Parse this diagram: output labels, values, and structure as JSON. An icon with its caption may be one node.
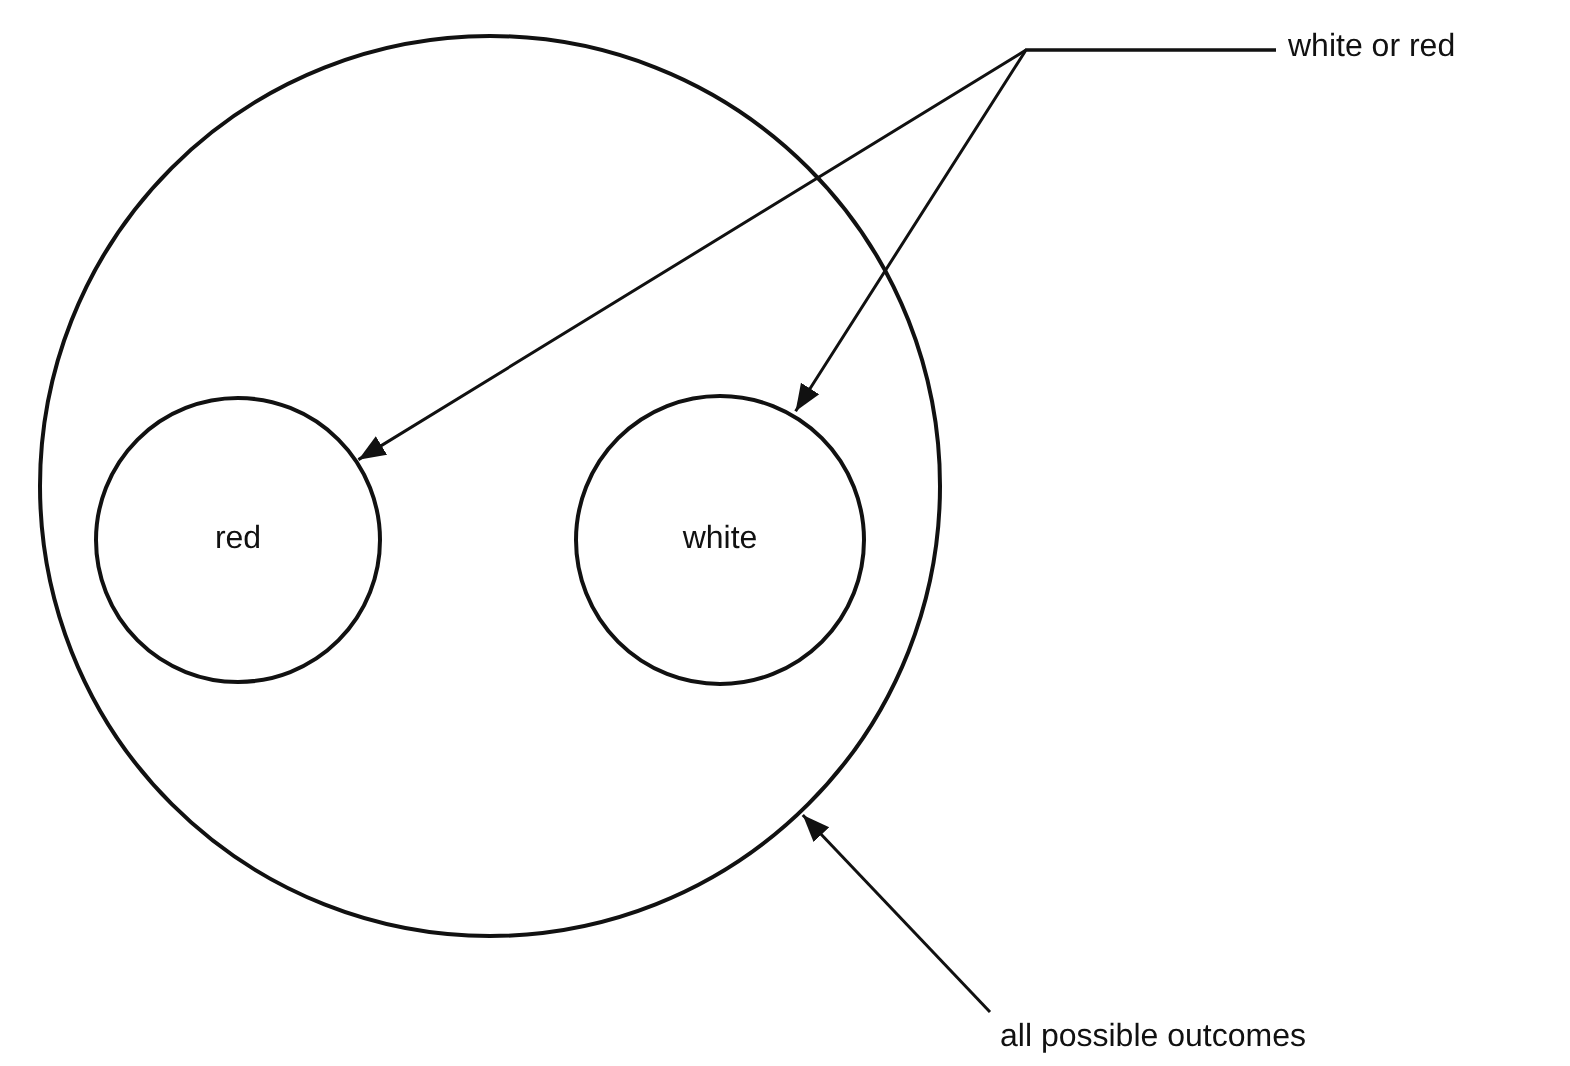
{
  "diagram": {
    "nodes": [
      {
        "text": [],
        "shape": "circle"
      },
      {
        "text": [
          "red"
        ],
        "in": 0
      },
      {
        "text": [
          "white"
        ],
        "in": 0
      },
      {
        "text": [
          "white or red"
        ]
      },
      {
        "text": [
          "all possible outcomes"
        ]
      }
    ],
    "edges": [
      {
        "from": 3,
        "to": 1,
        "arrow": "to"
      },
      {
        "from": 3,
        "to": 2,
        "arrow": "to"
      },
      {
        "from": 4,
        "to": 0,
        "arrow": "to"
      }
    ]
  }
}
